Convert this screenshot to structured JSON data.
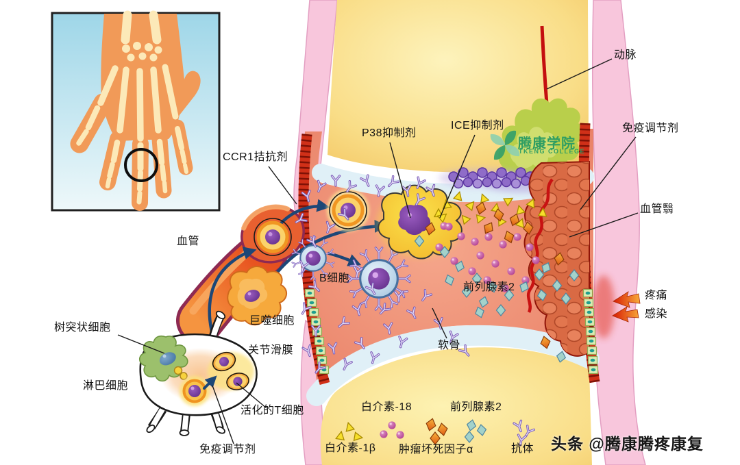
{
  "labels": {
    "ccr1": "CCR1拮抗剂",
    "vessel": "血管",
    "p38": "P38抑制剂",
    "ice": "ICE抑制剂",
    "artery": "动脉",
    "immunomodulator_right": "免疫调节剂",
    "pannus": "血管翳",
    "pain": "疼痛",
    "infection": "感染",
    "bcell": "B细胞",
    "macrophage": "巨噬细胞",
    "prostaglandin_mid": "前列腺素2",
    "cartilage": "软骨",
    "dendritic_cell": "树突状细胞",
    "lymphocyte": "淋巴细胞",
    "synovium": "关节滑膜",
    "activated_t_cell": "活化的T细胞",
    "immunomodulator_bottom": "免疫调节剂"
  },
  "legend": {
    "il18": "白介素-18",
    "pg2": "前列腺素2",
    "il1b": "白介素-1β",
    "tnfa": "肿瘤坏死因子α",
    "antibody": "抗体"
  },
  "logo": {
    "cn": "腾康学院",
    "en": "TKENG COLLEGE"
  },
  "watermark": "头条 @腾康腾疼康复",
  "colors": {
    "capsule_pink": "#f8c6dc",
    "bone_yellow": "#f6d36e",
    "cavity_salmon": "#ef8f76",
    "cartilage_blue": "#dff0f6",
    "synovium_brick_red": "#d03018",
    "vessel_orange_red": "#e85420",
    "artery_red": "#c40f0f",
    "arrow_navy": "#1d4777",
    "pannus_red": "#d96a44",
    "logo_green": "#2f9e63",
    "pain_arrow_red": "#d81c04",
    "pain_arrow_orange": "#f9b03c"
  }
}
